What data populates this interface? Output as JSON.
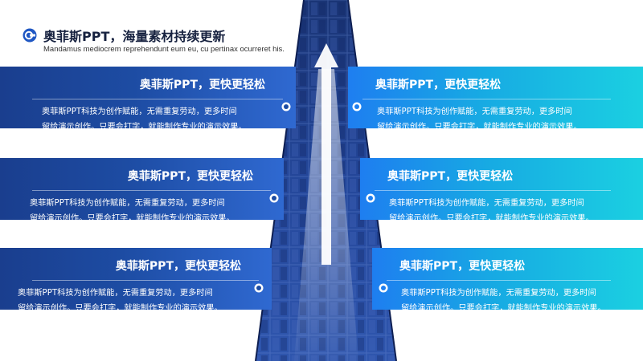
{
  "header": {
    "title": "奥菲斯PPT，海量素材持续更新",
    "subtitle": "Mandamus mediocrem reprehendunt eum eu, cu pertinax ocurreret his."
  },
  "cards": [
    {
      "side": "left",
      "title": "奥菲斯PPT，更快更轻松",
      "line1": "奥菲斯PPT科技为创作赋能，无需重复劳动，更多时间",
      "line2": "留给演示创作。只要会打字，就能制作专业的演示效果。"
    },
    {
      "side": "left",
      "title": "奥菲斯PPT，更快更轻松",
      "line1": "奥菲斯PPT科技为创作赋能，无需重复劳动，更多时间",
      "line2": "留给演示创作。只要会打字，就能制作专业的演示效果。"
    },
    {
      "side": "left",
      "title": "奥菲斯PPT，更快更轻松",
      "line1": "奥菲斯PPT科技为创作赋能，无需重复劳动，更多时间",
      "line2": "留给演示创作。只要会打字，就能制作专业的演示效果。"
    },
    {
      "side": "right",
      "title": "奥菲斯PPT，更快更轻松",
      "line1": "奥菲斯PPT科技为创作赋能，无需重复劳动，更多时间",
      "line2": "留给演示创作。只要会打字，就能制作专业的演示效果。"
    },
    {
      "side": "right",
      "title": "奥菲斯PPT，更快更轻松",
      "line1": "奥菲斯PPT科技为创作赋能，无需重复劳动，更多时间",
      "line2": "留给演示创作。只要会打字，就能制作专业的演示效果。"
    },
    {
      "side": "right",
      "title": "奥菲斯PPT，更快更轻松",
      "line1": "奥菲斯PPT科技为创作赋能，无需重复劳动，更多时间",
      "line2": "留给演示创作。只要会打字，就能制作专业的演示效果。"
    }
  ],
  "icons": {
    "logo": "logo-icon",
    "arrow": "up-arrow-icon",
    "connector": "connector-dot-icon"
  },
  "colors": {
    "left_band_start": "#1a3e8e",
    "left_band_end": "#2f69d1",
    "right_band_start": "#1e7ef0",
    "right_band_end": "#1bd0e1",
    "road": "#1d3f8c",
    "title": "#16213f"
  }
}
